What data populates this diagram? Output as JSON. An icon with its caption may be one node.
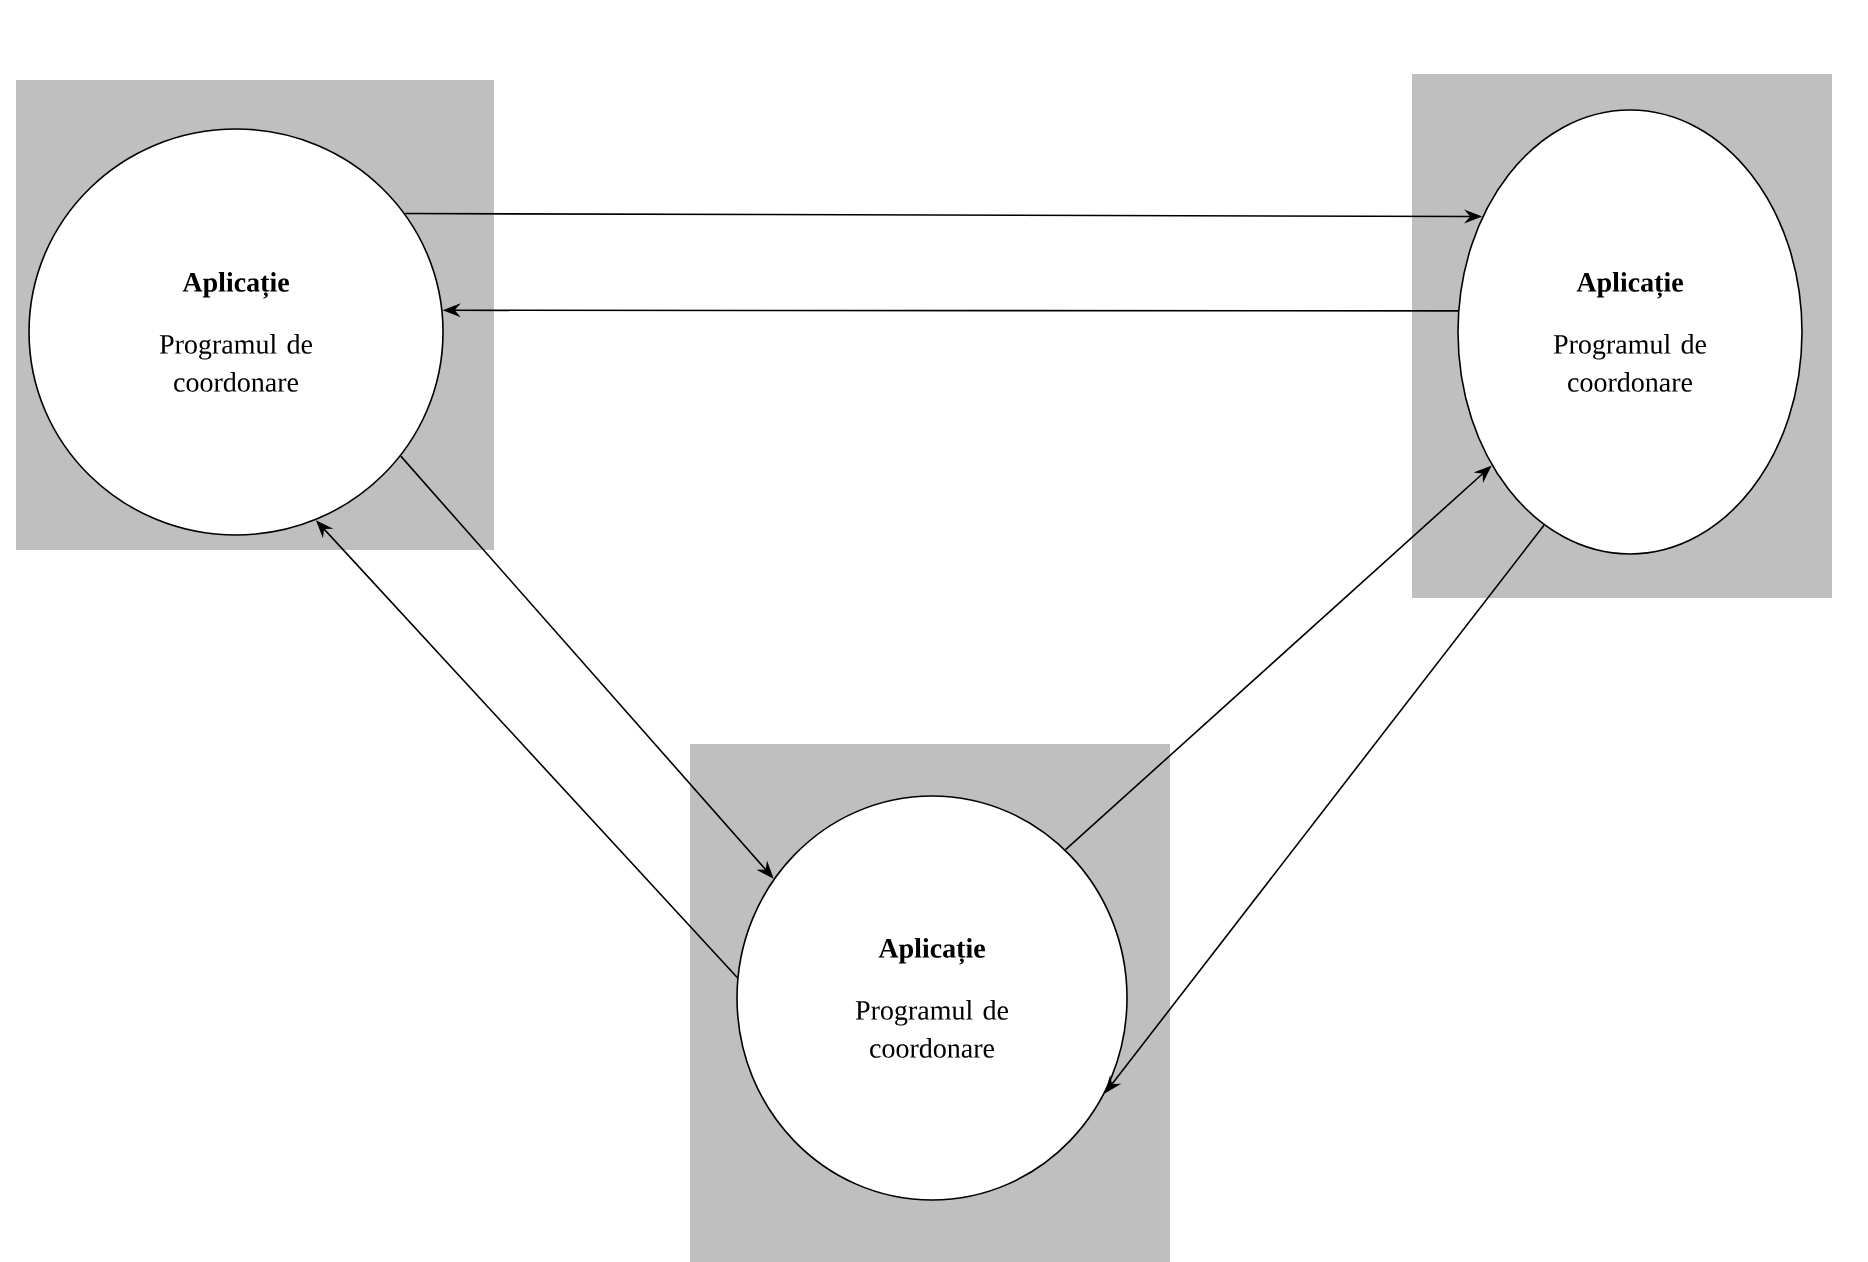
{
  "diagram": {
    "nodes": [
      {
        "text": [],
        "shape": "box"
      },
      {
        "text": [
          "Aplicație",
          "Programul de coordonare"
        ],
        "in": 0
      },
      {
        "text": [],
        "shape": "box"
      },
      {
        "text": [
          "Aplicație",
          "Programul de coordonare"
        ],
        "in": 2
      },
      {
        "text": [],
        "shape": "box"
      },
      {
        "text": [
          "Aplicație",
          "Programul de coordonare"
        ],
        "in": 4
      }
    ],
    "edges": [
      {
        "from": 1,
        "to": 3,
        "arrow": "to"
      },
      {
        "from": 3,
        "to": 1,
        "arrow": "to"
      },
      {
        "from": 1,
        "to": 5,
        "arrow": "to"
      },
      {
        "from": 5,
        "to": 1,
        "arrow": "to"
      },
      {
        "from": 5,
        "to": 3,
        "arrow": "to"
      },
      {
        "from": 3,
        "to": 5,
        "arrow": "to"
      }
    ]
  }
}
